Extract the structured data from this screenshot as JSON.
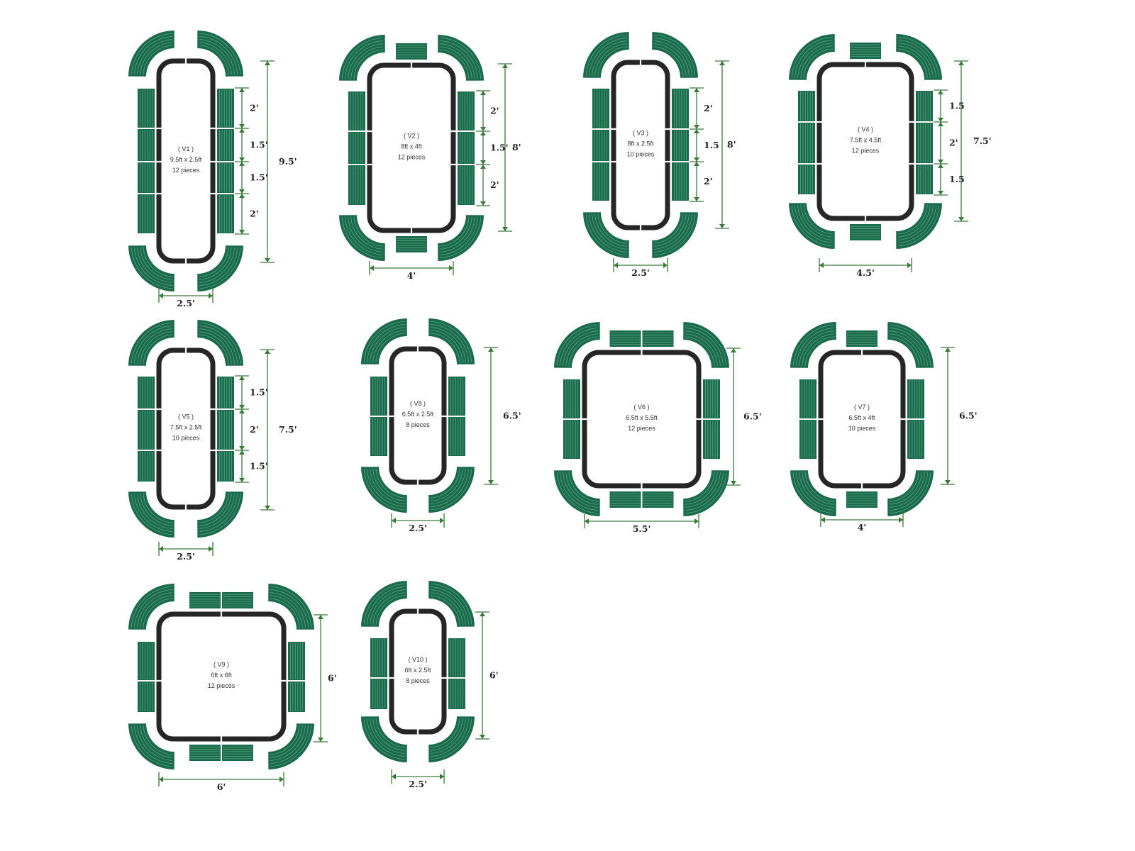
{
  "colors": {
    "seat": "#1a6b4c",
    "seat_line": "#5aa381",
    "frame": "#262626",
    "dim": "#3a7a3a"
  },
  "configs": [
    {
      "id": "v1",
      "name": "( V1 )",
      "size": "9.5ft x 2.5ft",
      "pieces": "12 pieces",
      "width_label": "2.5'",
      "height_label": "9.5'",
      "segment_labels": [
        "2'",
        "1.5'",
        "1.5'",
        "2'"
      ]
    },
    {
      "id": "v2",
      "name": "( V2 )",
      "size": "8ft x 4ft",
      "pieces": "12 pieces",
      "width_label": "4'",
      "height_label": "8'",
      "segment_labels": [
        "2'",
        "1.5'",
        "2'"
      ]
    },
    {
      "id": "v3",
      "name": "( V3 )",
      "size": "8ft x 2.5ft",
      "pieces": "10 pieces",
      "width_label": "2.5'",
      "height_label": "8'",
      "segment_labels": [
        "2'",
        "1.5",
        "2'"
      ]
    },
    {
      "id": "v4",
      "name": "( V4 )",
      "size": "7.5ft x 4.5ft",
      "pieces": "12 pieces",
      "width_label": "4.5'",
      "height_label": "7.5'",
      "segment_labels": [
        "1.5",
        "2'",
        "1.5"
      ]
    },
    {
      "id": "v5",
      "name": "( V5 )",
      "size": "7.5ft x 2.5ft",
      "pieces": "10 pieces",
      "width_label": "2.5'",
      "height_label": "7.5'",
      "segment_labels": [
        "1.5'",
        "2'",
        "1.5'"
      ]
    },
    {
      "id": "v8",
      "name": "( V8 )",
      "size": "6.5ft x 2.5ft",
      "pieces": "8 pieces",
      "width_label": "2.5'",
      "height_label": "6.5'",
      "segment_labels": []
    },
    {
      "id": "v6",
      "name": "( V6 )",
      "size": "6.5ft x 5.5ft",
      "pieces": "12 pieces",
      "width_label": "5.5'",
      "height_label": "6.5'",
      "segment_labels": []
    },
    {
      "id": "v7",
      "name": "( V7 )",
      "size": "6.5ft x 4ft",
      "pieces": "10 pieces",
      "width_label": "4'",
      "height_label": "6.5'",
      "segment_labels": []
    },
    {
      "id": "v9",
      "name": "( V9 )",
      "size": "6ft x 6ft",
      "pieces": "12 pieces",
      "width_label": "6'",
      "height_label": "6'",
      "segment_labels": []
    },
    {
      "id": "v10",
      "name": "( V10 )",
      "size": "6ft x 2.5ft",
      "pieces": "8 pieces",
      "width_label": "2.5'",
      "height_label": "6'",
      "segment_labels": []
    }
  ]
}
